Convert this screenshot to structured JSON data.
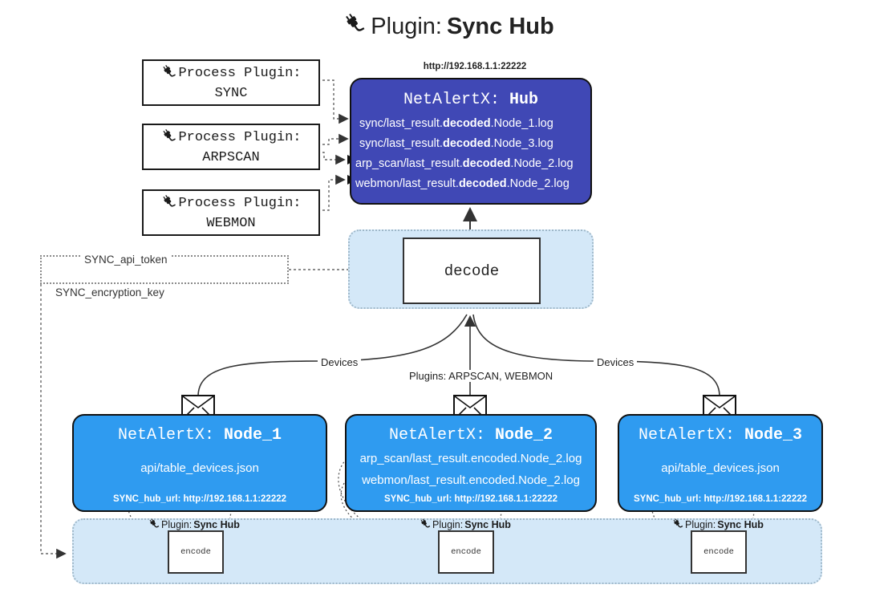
{
  "title": {
    "icon": "plug-icon",
    "prefix": "Plugin:",
    "name": "Sync Hub"
  },
  "process_plugins": [
    {
      "icon": "plug-icon",
      "label": "Process Plugin:",
      "name": "SYNC"
    },
    {
      "icon": "plug-icon",
      "label": "Process Plugin:",
      "name": "ARPSCAN"
    },
    {
      "icon": "plug-icon",
      "label": "Process Plugin:",
      "name": "WEBMON"
    }
  ],
  "hub": {
    "url": "http://192.168.1.1:22222",
    "title_prefix": "NetAlertX:",
    "title_name": "Hub",
    "lines": [
      {
        "pre": "sync/last_result.",
        "mid": "decoded",
        "post": ".Node_1.log"
      },
      {
        "pre": "sync/last_result.",
        "mid": "decoded",
        "post": ".Node_3.log"
      },
      {
        "pre": "arp_scan/last_result.",
        "mid": "decoded",
        "post": ".Node_2.log"
      },
      {
        "pre": "webmon/last_result.",
        "mid": "decoded",
        "post": ".Node_2.log"
      }
    ]
  },
  "decode": {
    "label": "decode"
  },
  "keys": {
    "api_token": "SYNC_api_token",
    "encryption_key": "SYNC_encryption_key"
  },
  "edge_labels": {
    "devices_left": "Devices",
    "devices_right": "Devices",
    "plugins_center": "Plugins: ARPSCAN, WEBMON"
  },
  "nodes": [
    {
      "title_prefix": "NetAlertX:",
      "title_name": "Node_1",
      "lines": [
        "api/table_devices.json"
      ],
      "footer": "SYNC_hub_url: http://192.168.1.1:22222",
      "envelope_icon": "envelope-icon"
    },
    {
      "title_prefix": "NetAlertX:",
      "title_name": "Node_2",
      "lines": [
        "arp_scan/last_result.encoded.Node_2.log",
        "webmon/last_result.encoded.Node_2.log"
      ],
      "footer": "SYNC_hub_url: http://192.168.1.1:22222",
      "envelope_icon": "envelope-icon"
    },
    {
      "title_prefix": "NetAlertX:",
      "title_name": "Node_3",
      "lines": [
        "api/table_devices.json"
      ],
      "footer": "SYNC_hub_url: http://192.168.1.1:22222",
      "envelope_icon": "envelope-icon"
    }
  ],
  "encoders": [
    {
      "icon": "plug-icon",
      "label_prefix": "Plugin:",
      "label_name": "Sync Hub",
      "box": "encode"
    },
    {
      "icon": "plug-icon",
      "label_prefix": "Plugin:",
      "label_name": "Sync Hub",
      "box": "encode"
    },
    {
      "icon": "plug-icon",
      "label_prefix": "Plugin:",
      "label_name": "Sync Hub",
      "box": "encode"
    }
  ],
  "colors": {
    "hub": "#4048b5",
    "node": "#2f9bf0",
    "container": "#d4e8f8",
    "container_border": "#9fb8c9",
    "stroke": "#111111"
  }
}
